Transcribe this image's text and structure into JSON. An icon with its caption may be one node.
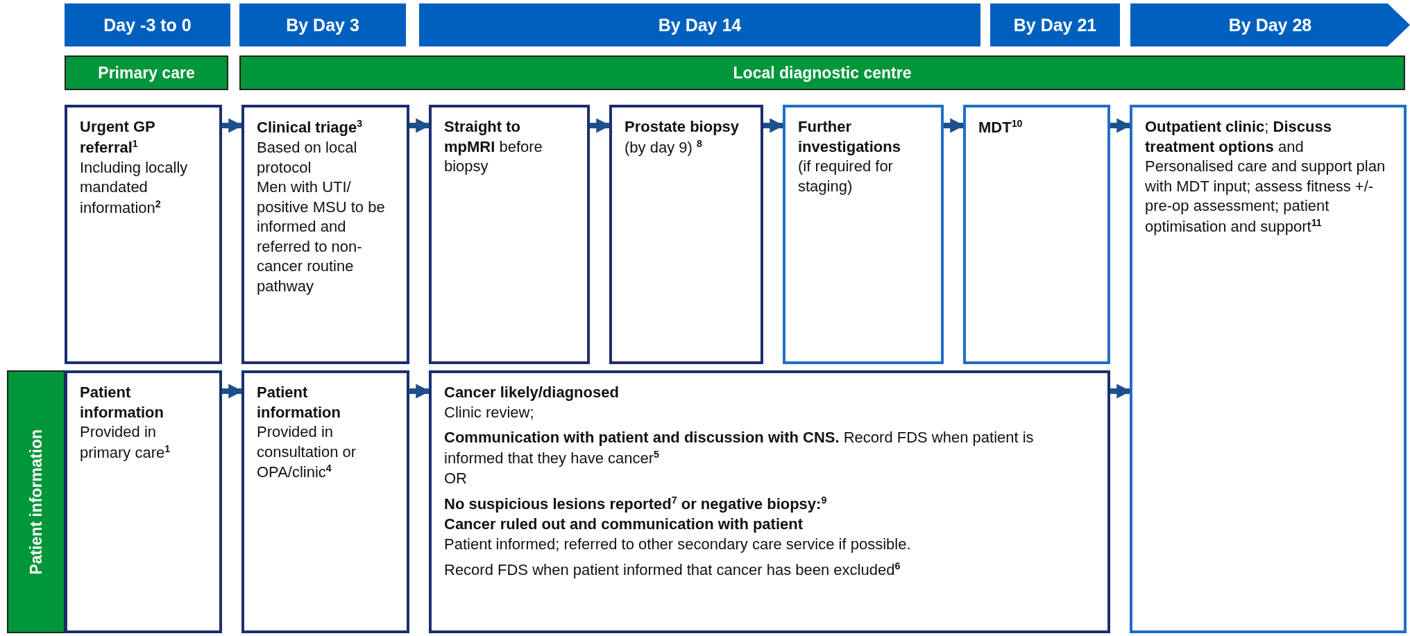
{
  "diagram": {
    "nodes": [
      {
        "text": [
          "Day -3 to 0"
        ]
      },
      {
        "text": [
          "By Day 3"
        ]
      },
      {
        "text": [
          "By Day 14"
        ]
      },
      {
        "text": [
          "By Day 21"
        ]
      },
      {
        "text": [
          "By Day 28"
        ]
      },
      {
        "text": [
          "Primary care"
        ]
      },
      {
        "text": [
          "Local diagnostic centre"
        ]
      },
      {
        "text": [
          "Urgent GP referral$^{1}$",
          "Including locally mandated information$^{2}$"
        ]
      },
      {
        "text": [
          "Clinical triage$^{3}$",
          "Based on local protocol",
          "Men with UTI/ positive MSU to be informed and referred to non-cancer routine pathway"
        ]
      },
      {
        "text": [
          "**Straight to mpMRI** before biopsy"
        ]
      },
      {
        "text": [
          "Prostate biopsy",
          "(by day 9) $^{8}$"
        ]
      },
      {
        "text": [
          "Further investigations",
          "(if required for staging)"
        ]
      },
      {
        "text": [
          "MDT$^{10}$"
        ]
      },
      {
        "text": [
          "**Outpatient clinic**; **Discuss treatment options** and Personalised care and support plan with MDT input; assess fitness +/- pre-op assessment; patient optimisation and support$^{11}$"
        ]
      },
      {
        "text": [
          "Patient information"
        ]
      },
      {
        "text": [
          "Patient information",
          "Provided in primary care$^{1}$"
        ]
      },
      {
        "text": [
          "Patient information",
          "Provided in consultation or OPA/clinic$^{4}$"
        ]
      },
      {
        "text": [
          "Cancer likely/diagnosed",
          "Clinic review;",
          "**Communication with patient and discussion with CNS.** Record FDS when patient is informed that they have cancer$^{5}$",
          "OR",
          "No suspicious lesions reported$^{7}$ or negative biopsy:$^{9}$",
          "Cancer ruled out and communication with patient",
          "Patient informed; referred to other secondary care service if possible.",
          "Record FDS when patient informed that cancer has been excluded$^{6}$"
        ]
      }
    ],
    "edges": [
      {
        "from": 7,
        "to": 8,
        "arrow": "to"
      },
      {
        "from": 8,
        "to": 9,
        "arrow": "to"
      },
      {
        "from": 9,
        "to": 10,
        "arrow": "to"
      },
      {
        "from": 10,
        "to": 11,
        "arrow": "to"
      },
      {
        "from": 11,
        "to": 12,
        "arrow": "to"
      },
      {
        "from": 12,
        "to": 13,
        "arrow": "to"
      },
      {
        "from": 15,
        "to": 16,
        "arrow": "to"
      },
      {
        "from": 16,
        "to": 17,
        "arrow": "to"
      },
      {
        "from": 17,
        "to": 13,
        "arrow": "to"
      }
    ]
  }
}
